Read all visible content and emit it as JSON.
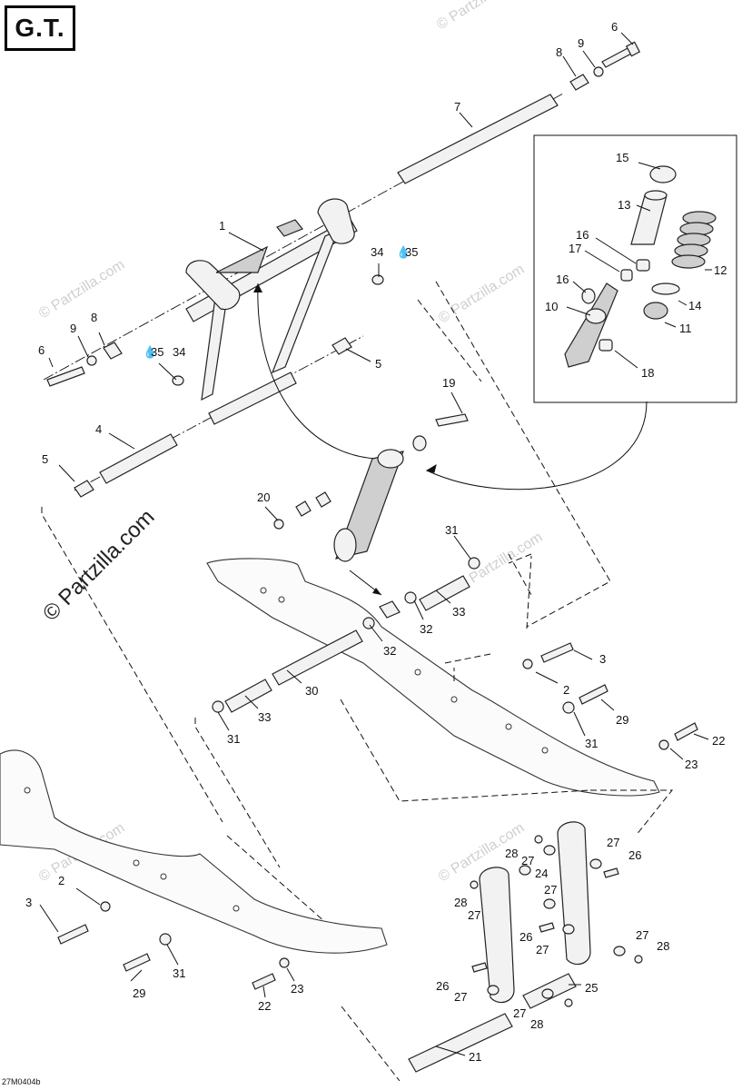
{
  "title": "G.T.",
  "drawing_code": "27M0404b",
  "watermark": "© Partzilla.com",
  "callouts": {
    "c1": "1",
    "c2a": "2",
    "c2b": "2",
    "c3a": "3",
    "c3b": "3",
    "c4": "4",
    "c5a": "5",
    "c5b": "5",
    "c6a": "6",
    "c6b": "6",
    "c7": "7",
    "c8a": "8",
    "c8b": "8",
    "c9a": "9",
    "c9b": "9",
    "c10": "10",
    "c11": "11",
    "c12": "12",
    "c13": "13",
    "c14": "14",
    "c15": "15",
    "c16a": "16",
    "c16b": "16",
    "c17": "17",
    "c18": "18",
    "c19": "19",
    "c20": "20",
    "c21": "21",
    "c22a": "22",
    "c22b": "22",
    "c23a": "23",
    "c23b": "23",
    "c24": "24",
    "c25": "25",
    "c26a": "26",
    "c26b": "26",
    "c26c": "26",
    "c27a": "27",
    "c27b": "27",
    "c27c": "27",
    "c27d": "27",
    "c27e": "27",
    "c27f": "27",
    "c27g": "27",
    "c28a": "28",
    "c28b": "28",
    "c28c": "28",
    "c28d": "28",
    "c29a": "29",
    "c29b": "29",
    "c30": "30",
    "c31a": "31",
    "c31b": "31",
    "c31c": "31",
    "c31d": "31",
    "c32a": "32",
    "c32b": "32",
    "c33a": "33",
    "c33b": "33",
    "c34a": "34",
    "c34b": "34",
    "c35a": "35",
    "c35b": "35"
  }
}
